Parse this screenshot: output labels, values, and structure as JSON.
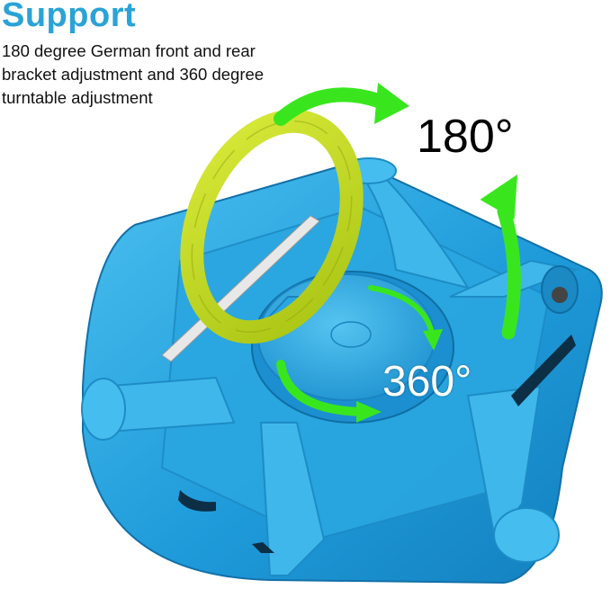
{
  "heading": "Support",
  "description": "180 degree German front and rear bracket adjustment and 360 degree turntable adjustment",
  "labels": {
    "tilt_angle": "180°",
    "rotation_angle": "360°"
  },
  "colors": {
    "heading": "#2aa3d6",
    "case": "#29a3df",
    "handle_ring": "#c8dc1e",
    "arrows": "#39e61e"
  },
  "icons": [
    "tilt-arrow-icon",
    "vertical-arrow-icon",
    "rotation-arrow-icon"
  ]
}
